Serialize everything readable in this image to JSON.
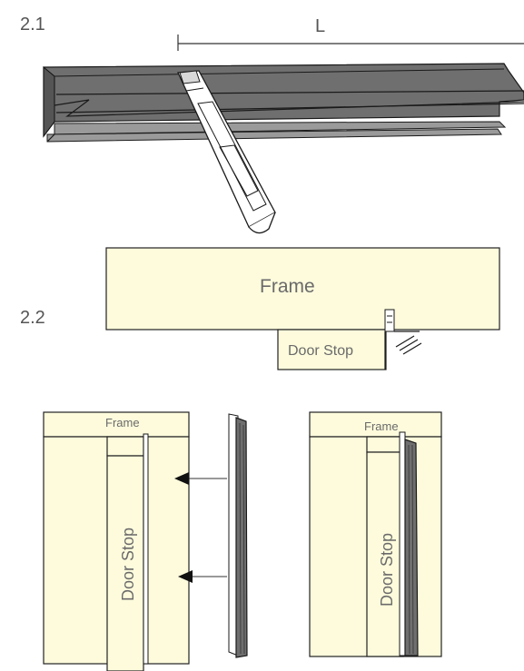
{
  "steps": {
    "step_1": "2.1",
    "step_2": "2.2"
  },
  "measure": {
    "length_label": "L"
  },
  "labels": {
    "frame_top": "Frame",
    "door_stop_top": "Door Stop",
    "frame_left": "Frame",
    "door_stop_left": "Door Stop",
    "frame_right": "Frame",
    "door_stop_right": "Door Stop"
  },
  "colors": {
    "wood": "#fdfbdc",
    "seal": "#6f6f6f",
    "text": "#6a6a6a"
  }
}
